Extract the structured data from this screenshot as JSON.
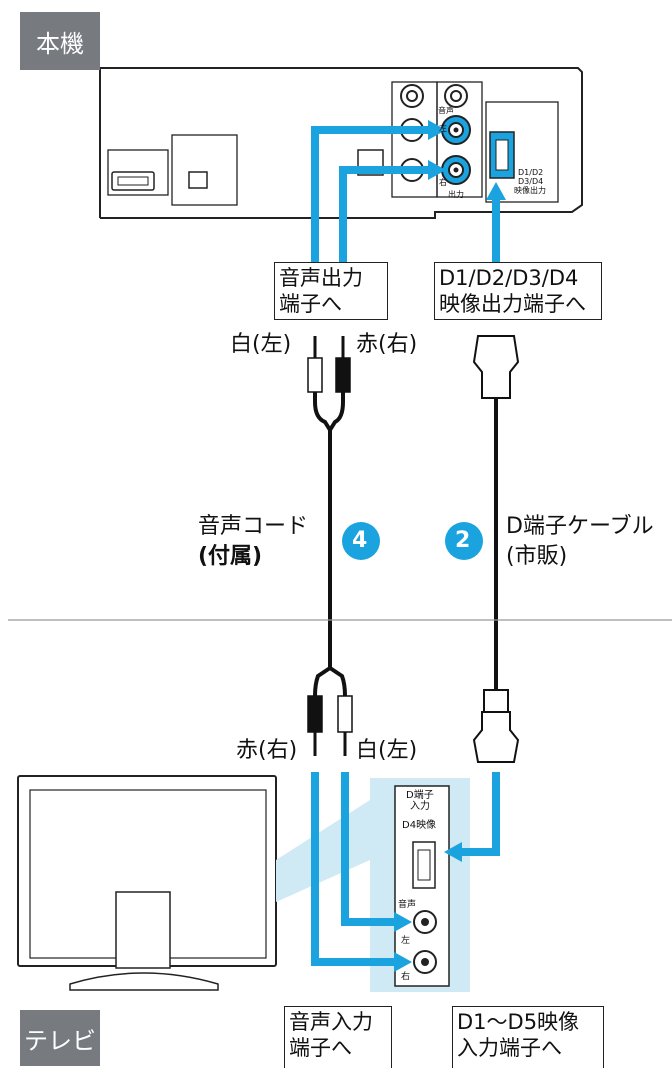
{
  "headers": {
    "unit": "本機",
    "tv": "テレビ"
  },
  "connector_labels": {
    "audio_out": [
      "音声出力",
      "端子へ"
    ],
    "video_out": [
      "D1/D2/D3/D4",
      "映像出力端子へ"
    ],
    "audio_in": [
      "音声入力",
      "端子へ"
    ],
    "video_in": [
      "D1～D5映像",
      "入力端子へ"
    ]
  },
  "plug_labels": {
    "top_white": "白(左)",
    "top_red": "赤(右)",
    "bottom_red": "赤(右)",
    "bottom_white": "白(左)"
  },
  "cables": {
    "audio": {
      "name": "音声コード",
      "note": "(付属)",
      "number": "4"
    },
    "dterm": {
      "name": "D端子ケーブル",
      "note": "(市販)",
      "number": "2"
    }
  },
  "unit_panel": {
    "audio_heading": "音声",
    "left": "左",
    "right": "右",
    "output": "出力",
    "dterm_lines": [
      "D1/D2",
      "D3/D4",
      "映像出力"
    ]
  },
  "tv_panel": {
    "d_heading": [
      "D端子",
      "入力"
    ],
    "d_sub": "D4映像",
    "audio": "音声",
    "left": "左",
    "right": "右"
  },
  "colors": {
    "cable_blue": "#1aa3de",
    "badge": "#777b80",
    "tv_panel_bg": "#cfe9f5"
  }
}
